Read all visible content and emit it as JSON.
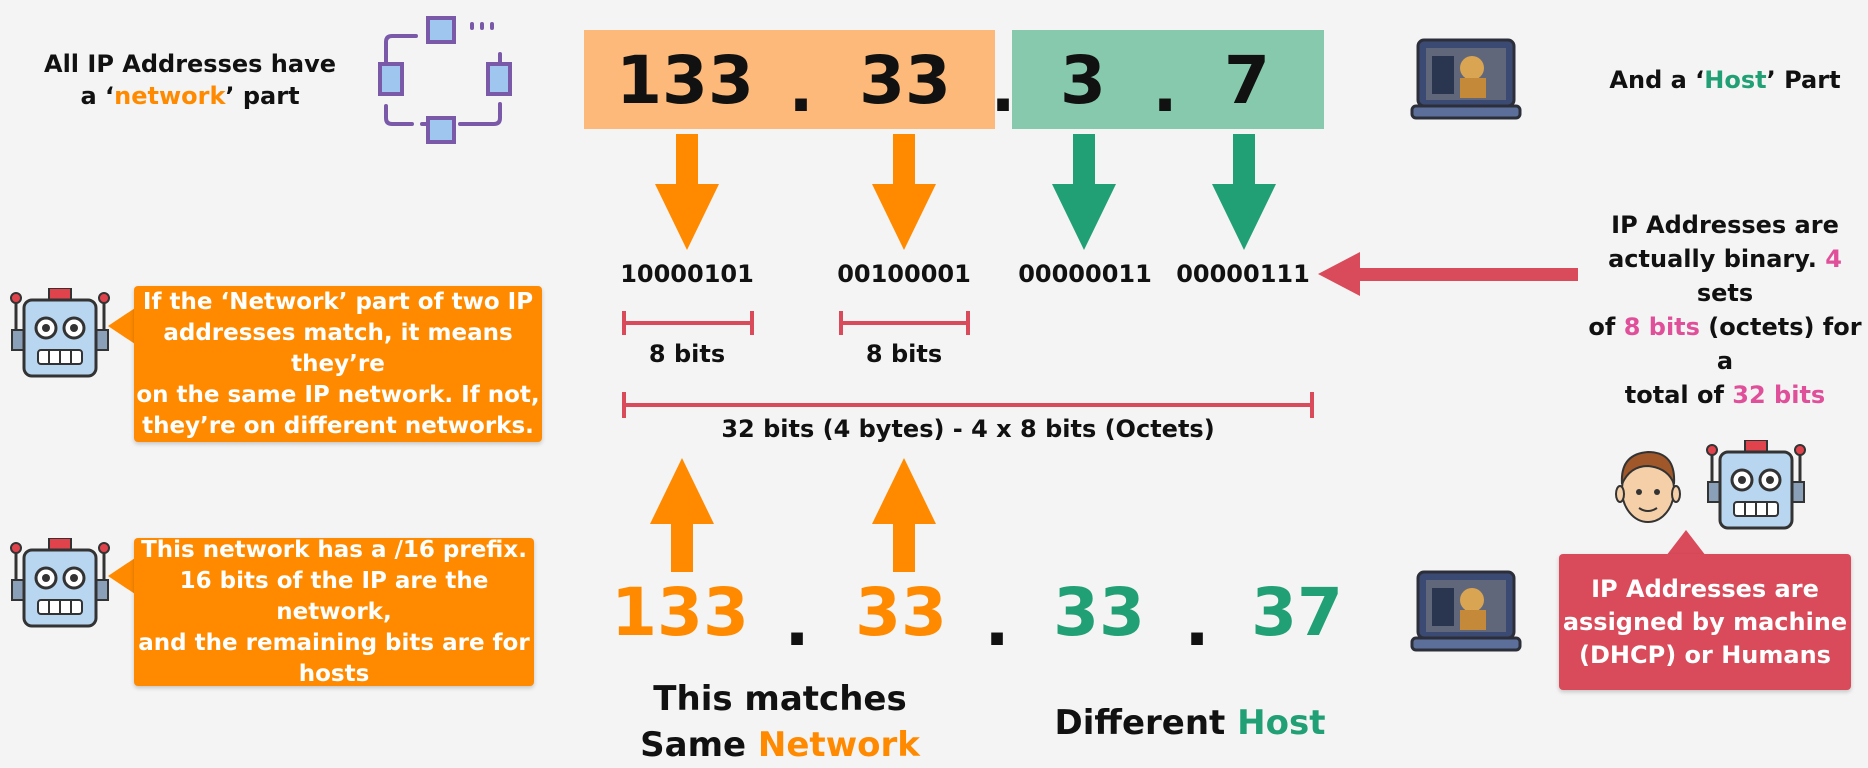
{
  "top_left_note": {
    "line1": "All IP Addresses have",
    "line2_pre": "a ‘",
    "line2_word": "network",
    "line2_post": "’ part"
  },
  "top_right_note": {
    "pre": "And a ‘",
    "word": "Host",
    "post": "’ Part"
  },
  "top_ip": {
    "octets": [
      "133",
      "33",
      "3",
      "7"
    ],
    "dot": "."
  },
  "binary": [
    "10000101",
    "00100001",
    "00000011",
    "00000111"
  ],
  "bits_label_1": "8 bits",
  "bits_label_2": "8 bits",
  "total_bits_label": "32 bits (4 bytes) - 4 x 8 bits (Octets)",
  "right_note": {
    "l1": "IP Addresses are",
    "l2_pre": "actually binary. ",
    "l2_num": "4",
    "l2_post": " sets",
    "l3_pre": "of ",
    "l3_num": "8 bits",
    "l3_post": " (octets) for a",
    "l4_pre": "total of ",
    "l4_num": "32 bits"
  },
  "callout_1": [
    "If the ‘Network’ part of two IP",
    "addresses match, it means they’re",
    "on the same IP network. If not,",
    "they’re on different networks."
  ],
  "callout_2": [
    "This network has a /16 prefix.",
    "16 bits of the IP are the network,",
    "and the remaining bits are for",
    "hosts"
  ],
  "callout_3": [
    "IP Addresses are",
    "assigned by machine",
    "(DHCP) or Humans"
  ],
  "bottom_ip": {
    "octets": [
      "133",
      "33",
      "33",
      "37"
    ],
    "dot": "."
  },
  "caption_left": {
    "l1": "This matches",
    "l2_pre": "Same ",
    "l2_word": "Network"
  },
  "caption_right": {
    "pre": "Different ",
    "word": "Host"
  },
  "colors": {
    "orange": "#ff8a00",
    "green": "#22a075",
    "red": "#d94b5a",
    "pink": "#e0509a",
    "box_orange": "#fdb979",
    "box_green": "#86c9ad"
  },
  "icons": [
    "network-topology-icon",
    "laptop-icon",
    "robot-icon",
    "person-icon"
  ]
}
